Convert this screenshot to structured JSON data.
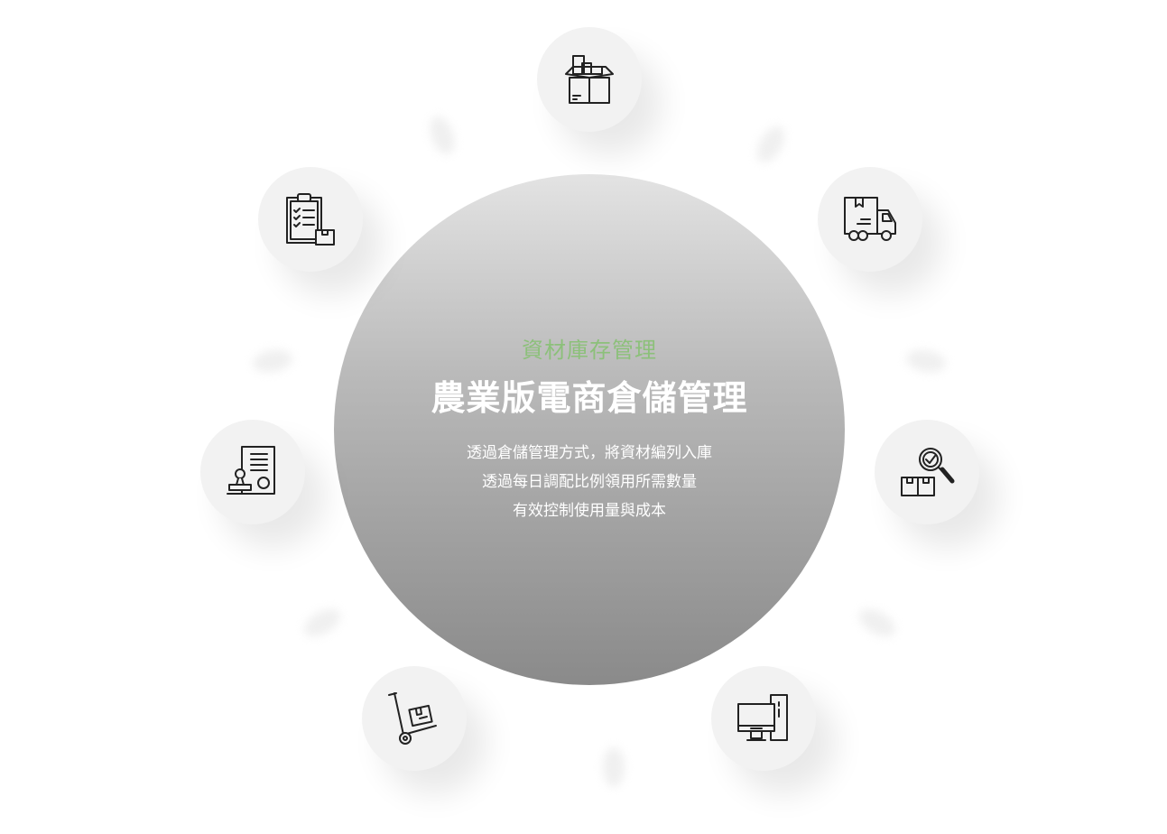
{
  "center": {
    "subtitle": "資材庫存管理",
    "title": "農業版電商倉儲管理",
    "description": [
      "透過倉儲管理方式，將資材編列入庫",
      "透過每日調配比例領用所需數量",
      "有效控制使用量與成本"
    ]
  },
  "colors": {
    "subtitle": "#8cc07a",
    "title": "#ffffff",
    "bubble": "#f2f2f2"
  },
  "icons": [
    "open-box-with-products-icon",
    "delivery-truck-icon",
    "magnifier-check-boxes-icon",
    "computer-tower-icon",
    "hand-truck-icon",
    "certificate-stamp-icon",
    "clipboard-checklist-icon"
  ]
}
